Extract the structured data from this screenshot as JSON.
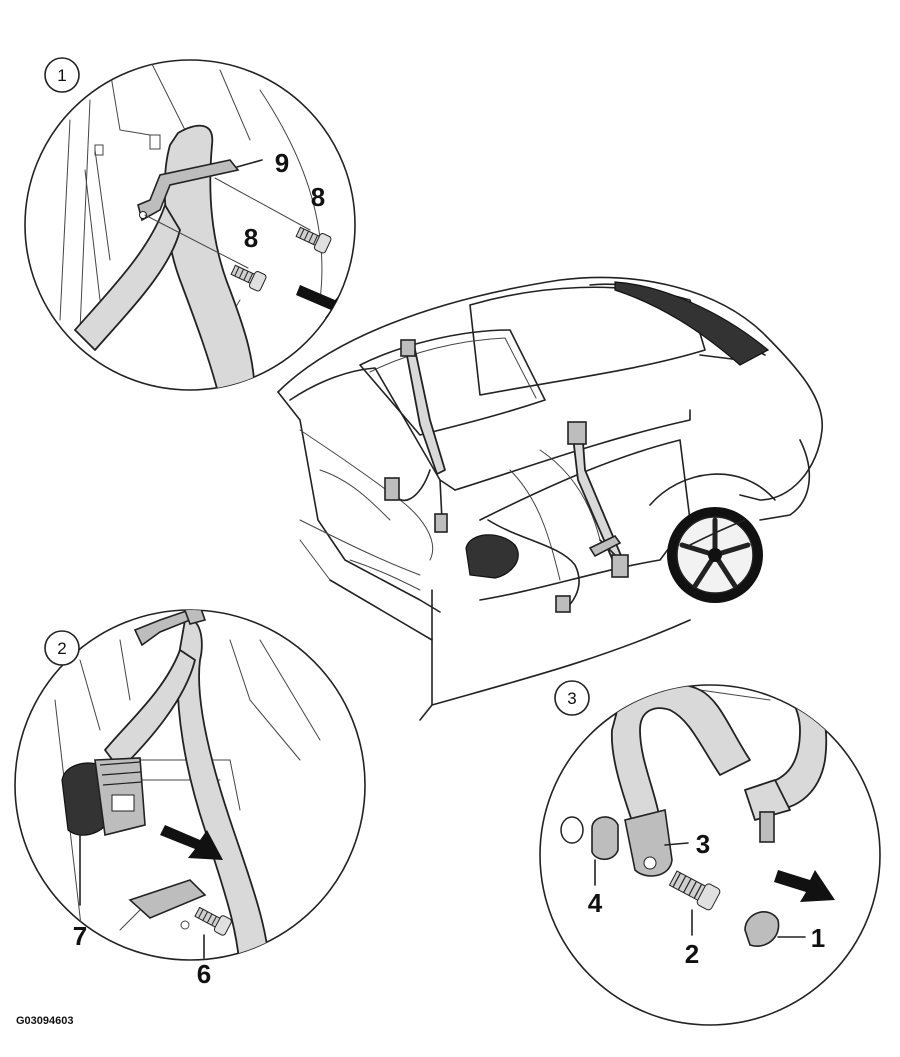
{
  "figure_id": "G03094603",
  "details": [
    {
      "number": "1"
    },
    {
      "number": "2"
    },
    {
      "number": "3"
    }
  ],
  "callouts": {
    "c1": "1",
    "c2": "2",
    "c3": "3",
    "c4": "4",
    "c6": "6",
    "c7": "7",
    "c8a": "8",
    "c8b": "8",
    "c9": "9"
  }
}
